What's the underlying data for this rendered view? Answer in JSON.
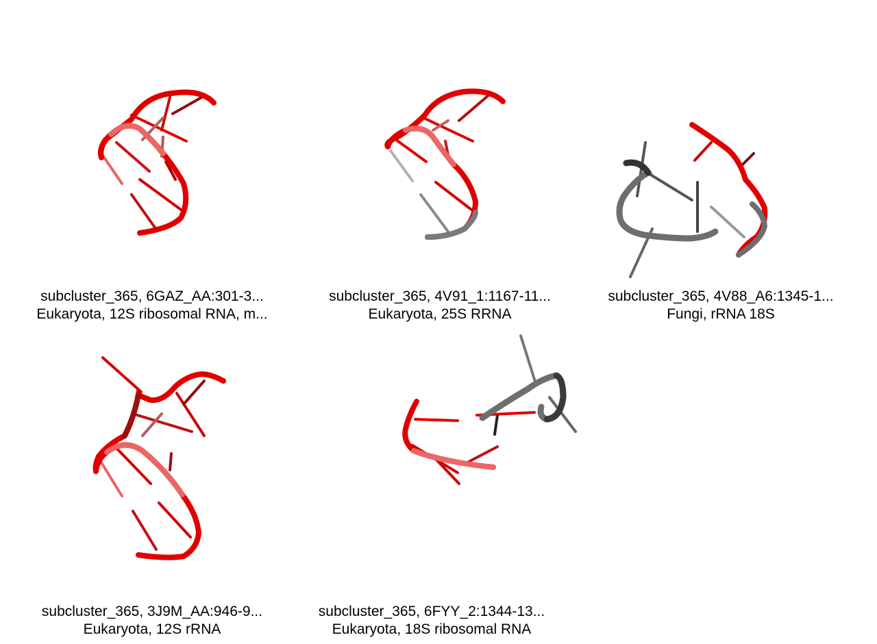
{
  "panels": [
    {
      "line1": "subcluster_365, 6GAZ_AA:301-3...",
      "line2": "Eukaryota, 12S ribosomal RNA, m..."
    },
    {
      "line1": "subcluster_365, 4V91_1:1167-11...",
      "line2": "Eukaryota, 25S RRNA"
    },
    {
      "line1": "subcluster_365, 4V88_A6:1345-1...",
      "line2": "Fungi, rRNA 18S"
    },
    {
      "line1": "subcluster_365, 3J9M_AA:946-9...",
      "line2": "Eukaryota, 12S rRNA"
    },
    {
      "line1": "subcluster_365, 6FYY_2:1344-13...",
      "line2": "Eukaryota, 18S ribosomal RNA"
    }
  ],
  "colors": {
    "rna_red": "#e00000",
    "rna_dark_red": "#9a1010",
    "rna_pink": "#f06a6a",
    "rna_gray": "#6e6e6e",
    "rna_dark_gray": "#3a3a3a"
  }
}
